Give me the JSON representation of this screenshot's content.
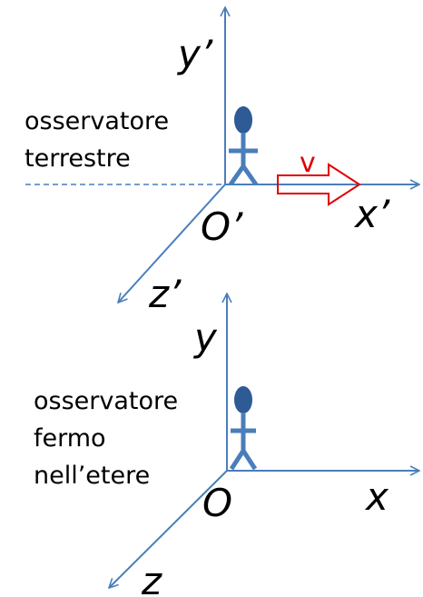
{
  "frames": [
    {
      "id": "moving",
      "observer_label": [
        "osservatore",
        "terrestre"
      ],
      "origin_label": "O’",
      "axis_labels": {
        "x": "x’",
        "y": "y’",
        "z": "z’"
      }
    },
    {
      "id": "rest",
      "observer_label": [
        "osservatore",
        "fermo",
        "nell’etere"
      ],
      "origin_label": "O",
      "axis_labels": {
        "x": "x",
        "y": "y",
        "z": "z"
      }
    }
  ],
  "velocity_label": "v",
  "colors": {
    "axis": "#4a7ebb",
    "figure": "#4a7ebb",
    "figure_head": "#2e5a96",
    "velocity_arrow": "#e00000",
    "text": "#000000"
  }
}
